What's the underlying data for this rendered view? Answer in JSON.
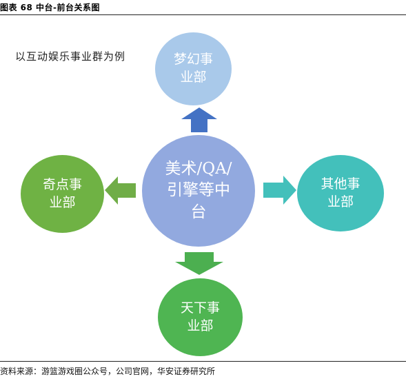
{
  "title": "图表 68  中台-前台关系图",
  "note": "以互动娱乐事业群为例",
  "center": {
    "lines": [
      "美术/QA/",
      "引擎等中",
      "台"
    ]
  },
  "top": {
    "lines": [
      "梦幻事",
      "业部"
    ]
  },
  "left": {
    "lines": [
      "奇点事",
      "业部"
    ]
  },
  "right": {
    "lines": [
      "其他事",
      "业部"
    ]
  },
  "bottom": {
    "lines": [
      "天下事",
      "业部"
    ]
  },
  "colors": {
    "center": "#92a9df",
    "top": "#a9c9ea",
    "left": "#6fb244",
    "right": "#43c0bb",
    "bottom": "#4fb552",
    "arrow_up": "#4472c4",
    "arrow_left": "#70ad47",
    "arrow_right": "#43c0bb",
    "arrow_down": "#4caf50"
  },
  "source": "资料来源：游篮游戏圈公众号，公司官网，华安证券研究所"
}
